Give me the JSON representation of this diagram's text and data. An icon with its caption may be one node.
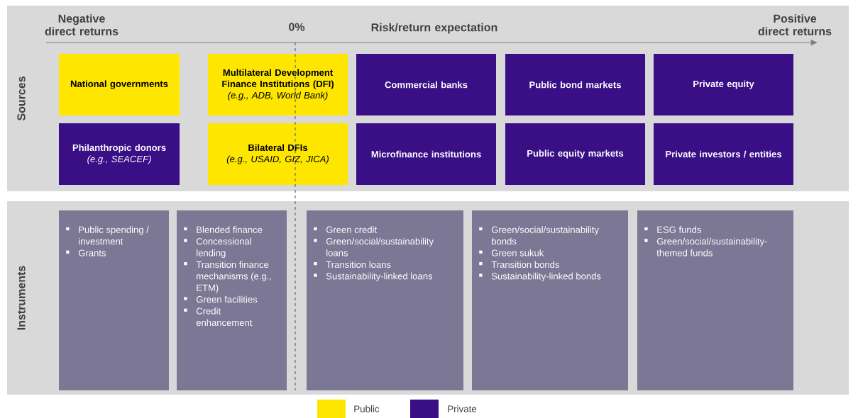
{
  "diagram": {
    "nodes": [
      {
        "text": [
          "Sources"
        ]
      },
      {
        "text": [
          "National governments"
        ],
        "in": 0
      },
      {
        "text": [
          "Multilateral Development Finance Institutions (DFI)",
          "(e.g., ADB, World Bank)"
        ],
        "in": 0
      },
      {
        "text": [
          "Commercial banks"
        ],
        "in": 0
      },
      {
        "text": [
          "Public bond markets"
        ],
        "in": 0
      },
      {
        "text": [
          "Private equity"
        ],
        "in": 0
      },
      {
        "text": [
          "Philanthropic donors",
          "(e.g., SEACEF)"
        ],
        "in": 0
      },
      {
        "text": [
          "Bilateral DFIs",
          "(e.g., USAID, GIZ, JICA)"
        ],
        "in": 0
      },
      {
        "text": [
          "Microfinance institutions"
        ],
        "in": 0
      },
      {
        "text": [
          "Public equity markets"
        ],
        "in": 0
      },
      {
        "text": [
          "Private investors / entities"
        ],
        "in": 0
      },
      {
        "text": [
          "Instruments"
        ]
      },
      {
        "text": [
          "Public spending / investment",
          "Grants"
        ],
        "in": 11
      },
      {
        "text": [
          "Blended finance",
          "Concessional lending",
          "Transition finance mechanisms (e.g., ETM)",
          "Green facilities",
          "Credit enhancement"
        ],
        "in": 11
      },
      {
        "text": [
          "Green credit",
          "Green/social/sustainability loans",
          "Transition loans",
          "Sustainability-linked loans"
        ],
        "in": 11
      },
      {
        "text": [
          "Green/social/sustainability bonds",
          "Green sukuk",
          "Transition bonds",
          "Sustainability-linked bonds"
        ],
        "in": 11
      },
      {
        "text": [
          "ESG funds",
          "Green/social/sustainability-themed funds"
        ],
        "in": 11
      }
    ],
    "labels": [
      "Negative direct returns",
      "0%",
      "Risk/return expectation",
      "Positive direct returns"
    ],
    "legend": [
      {
        "text": "Public",
        "color": "#ffe600"
      },
      {
        "text": "Private",
        "color": "#3a0f86"
      }
    ]
  }
}
